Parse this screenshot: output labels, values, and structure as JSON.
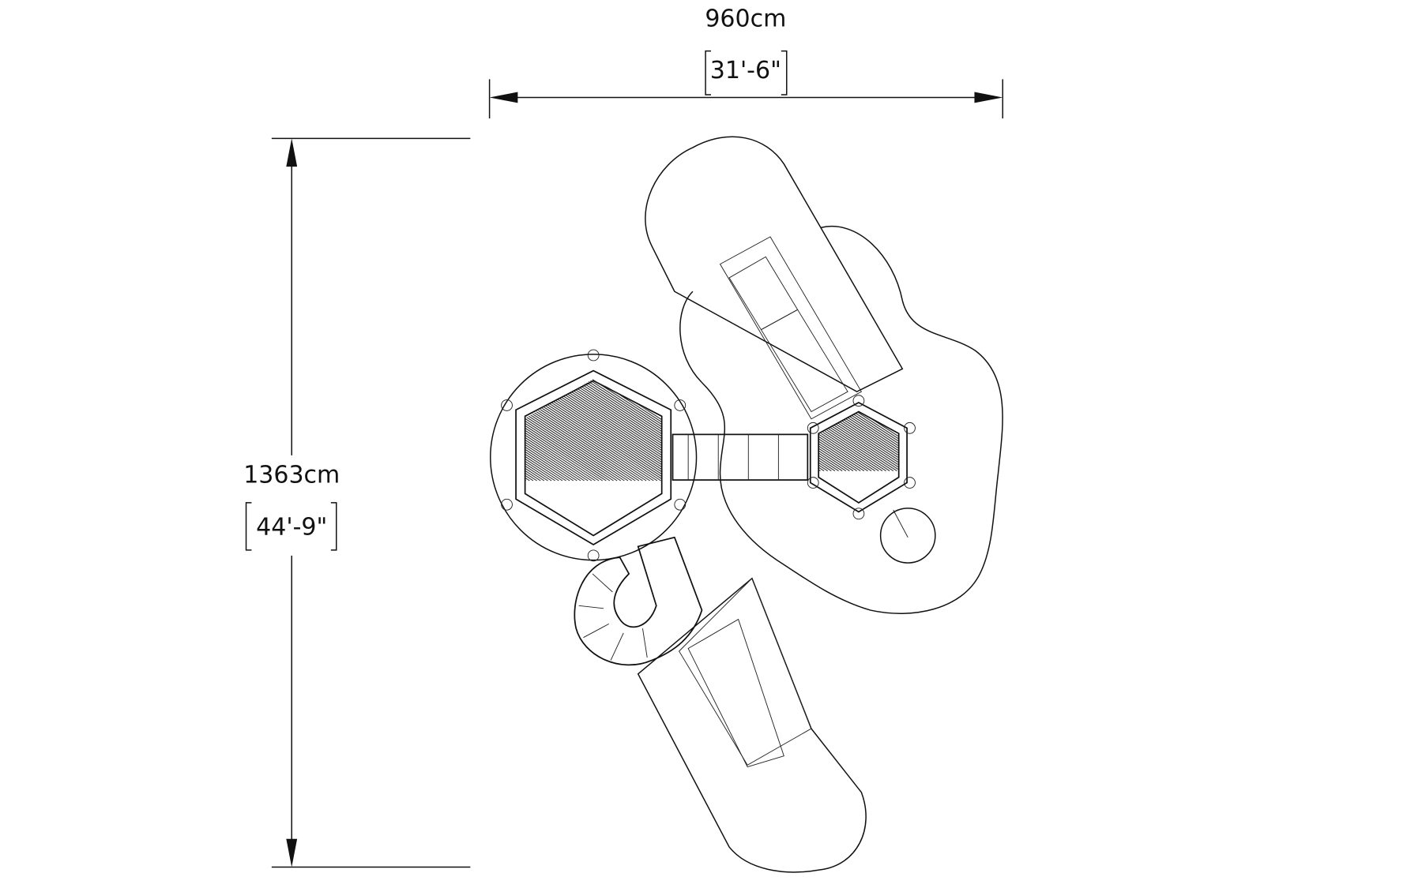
{
  "dimensions": {
    "width_metric": "960cm",
    "width_imperial": "31'-6\"",
    "height_metric": "1363cm",
    "height_imperial": "44'-9\""
  },
  "colors": {
    "line": "#111111",
    "background": "#ffffff"
  }
}
